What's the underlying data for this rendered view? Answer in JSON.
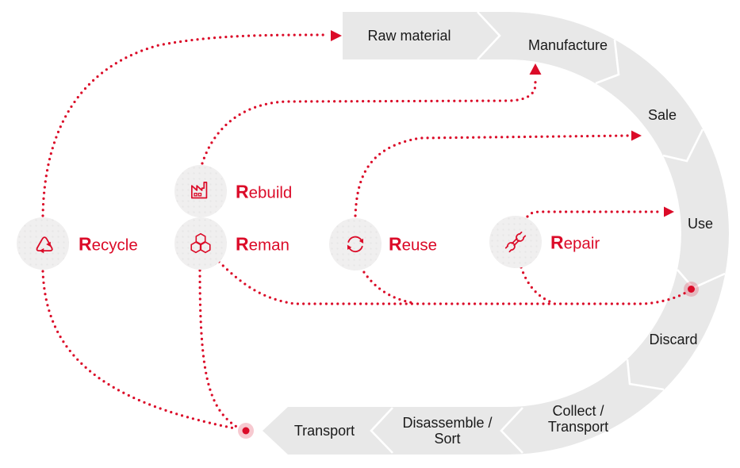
{
  "palette": {
    "red": "#db0b28",
    "halo_pink": "rgba(219,11,40,0.22)",
    "band_gray": "#e8e8e8",
    "circle_gray": "#f0efef",
    "separator_white": "#ffffff",
    "stage_text": "#1a1a1a"
  },
  "stages": [
    {
      "id": "raw-material",
      "label": "Raw material"
    },
    {
      "id": "manufacture",
      "label": "Manufacture"
    },
    {
      "id": "sale",
      "label": "Sale"
    },
    {
      "id": "use",
      "label": "Use"
    },
    {
      "id": "discard",
      "label": "Discard"
    },
    {
      "id": "collect-transport",
      "label": "Collect / Transport",
      "line1": "Collect /",
      "line2": "Transport"
    },
    {
      "id": "disassemble-sort",
      "label": "Disassemble / Sort",
      "line1": "Disassemble /",
      "line2": "Sort"
    },
    {
      "id": "transport",
      "label": "Transport"
    }
  ],
  "strategies": [
    {
      "id": "recycle",
      "label": "Recycle",
      "initial": "R",
      "rest": "ecycle",
      "icon": "recycle-icon",
      "feeds": "Raw material"
    },
    {
      "id": "rebuild",
      "label": "Rebuild",
      "initial": "R",
      "rest": "ebuild",
      "icon": "factory-icon",
      "feeds": "Manufacture"
    },
    {
      "id": "reman",
      "label": "Reman",
      "initial": "R",
      "rest": "eman",
      "icon": "hexagons-icon",
      "feeds": "Manufacture"
    },
    {
      "id": "reuse",
      "label": "Reuse",
      "initial": "R",
      "rest": "euse",
      "icon": "cycle-icon",
      "feeds": "Sale"
    },
    {
      "id": "repair",
      "label": "Repair",
      "initial": "R",
      "rest": "epair",
      "icon": "wrench-icon",
      "feeds": "Use"
    }
  ],
  "connectors": [
    {
      "from": "Recycle",
      "to": "Raw material",
      "end": "arrow"
    },
    {
      "from": "Rebuild",
      "to": "Manufacture",
      "end": "arrow"
    },
    {
      "from": "Reuse",
      "to": "Sale",
      "end": "arrow"
    },
    {
      "from": "Repair",
      "to": "Use",
      "end": "arrow"
    },
    {
      "from": "Use / Discard pickup point",
      "to": "Reman, Reuse, Repair",
      "end": "dot"
    },
    {
      "from": "Transport pickup point",
      "to": "Recycle, Reman",
      "end": "dot"
    }
  ],
  "pickup_markers": [
    "use-discard-pickup-dot",
    "transport-pickup-dot"
  ]
}
